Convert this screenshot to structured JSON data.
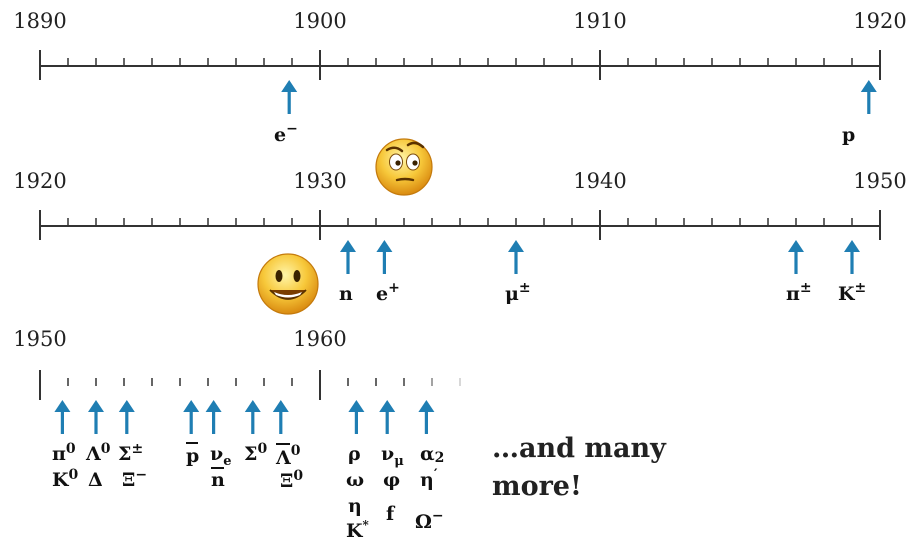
{
  "timeline_1": {
    "years": [
      "1890",
      "1900",
      "1910",
      "1920"
    ],
    "particles": [
      {
        "year": 1898.9,
        "label": "e⁻"
      },
      {
        "year": 1919.6,
        "label": "p"
      }
    ]
  },
  "timeline_2": {
    "years": [
      "1920",
      "1930",
      "1940",
      "1950"
    ],
    "particles": [
      {
        "year": 1931.0,
        "label": "n"
      },
      {
        "year": 1932.3,
        "label": "e⁺"
      },
      {
        "year": 1937.0,
        "label": "μ±"
      },
      {
        "year": 1947.0,
        "label": "π±"
      },
      {
        "year": 1949.0,
        "label": "K±"
      }
    ]
  },
  "timeline_3": {
    "years": [
      "1950",
      "1960"
    ],
    "particles": [
      {
        "year": 1950.8,
        "label": "π⁰ / K⁰"
      },
      {
        "year": 1952.0,
        "label": "Λ⁰ / Δ"
      },
      {
        "year": 1953.1,
        "label": "Σ± / Ξ⁻"
      },
      {
        "year": 1955.4,
        "label": "p̄"
      },
      {
        "year": 1956.2,
        "label": "νₑ / n̄"
      },
      {
        "year": 1957.6,
        "label": "Σ⁰"
      },
      {
        "year": 1958.6,
        "label": "Λ̄⁰ / Ξ⁰"
      },
      {
        "year": 1961.3,
        "label": "ρ / ω / η / K*"
      },
      {
        "year": 1962.4,
        "label": "ν_μ / φ / f"
      },
      {
        "year": 1963.8,
        "label": "α₂ / η′ / Ω⁻"
      }
    ]
  },
  "labels": {
    "l1": {
      "e": "e",
      "eSup": "−",
      "p": "p"
    },
    "l2": {
      "n": "n",
      "e": "e",
      "eSup": "+",
      "mu": "μ",
      "muSup": "±",
      "pi": "π",
      "piSup": "±",
      "K": "K",
      "KSup": "±"
    },
    "l3": {
      "pi": "π",
      "piSup": "0",
      "K": "K",
      "KSup": "0",
      "La": "Λ",
      "LaSup": "0",
      "De": "Δ",
      "Si": "Σ",
      "SiSup": "±",
      "Xi": "Ξ",
      "XiSup": "−",
      "pbar": "p",
      "nu": "ν",
      "nuSub": "e",
      "nbar": "n",
      "Si0": "Σ",
      "Si0Sup": "0",
      "Lab": "Λ",
      "LabSup": "0",
      "Xi0": "Ξ",
      "Xi0Sup": "0",
      "rho": "ρ",
      "omega": "ω",
      "eta": "η",
      "Kstar": "K",
      "KstarSup": "*",
      "numu": "ν",
      "numuSub": "μ",
      "phi": "φ",
      "f": "f",
      "alpha": "α",
      "alphaSub": "2",
      "etap": "η",
      "etapSup": "′",
      "Omega": "Ω",
      "OmegaSup": "−"
    }
  },
  "note": {
    "line1": "…and many",
    "line2": "more!"
  },
  "colors": {
    "arrow": "#1f7eb3",
    "axis": "#333333",
    "face": "#f2b62a"
  },
  "icons": [
    "confused-face-icon",
    "smiley-face-icon"
  ]
}
